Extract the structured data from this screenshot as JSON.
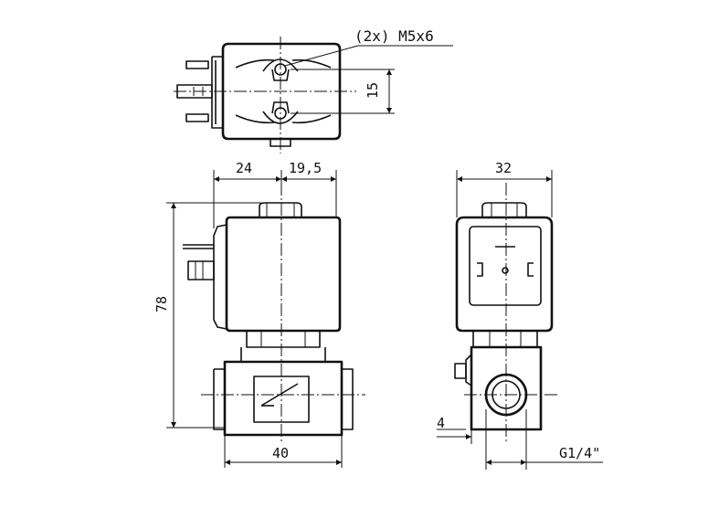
{
  "labels": {
    "screw_callout": "(2x) M5x6",
    "dim_15": "15",
    "dim_24": "24",
    "dim_19_5": "19,5",
    "dim_32": "32",
    "dim_78": "78",
    "dim_40": "40",
    "dim_4": "4",
    "thread": "G1/4\""
  }
}
